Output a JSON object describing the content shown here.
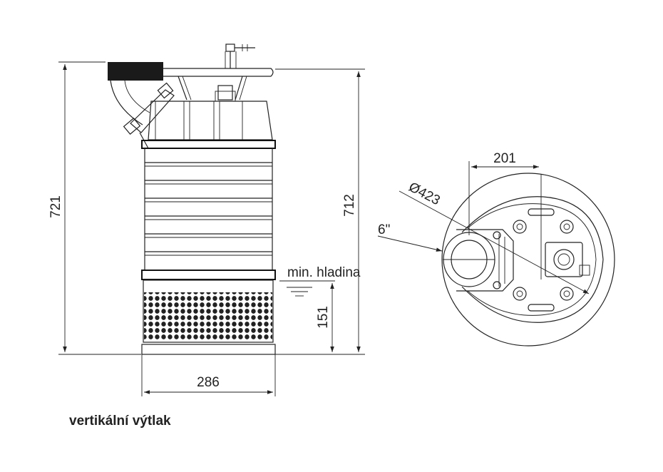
{
  "labels": {
    "height_total": "721",
    "height_outlet": "712",
    "width_base": "286",
    "min_level_height": "151",
    "min_level_label": "min. hladina",
    "width_outlet_offset": "201",
    "diameter": "Ø423",
    "outlet_size": "6\""
  },
  "caption": "vertikální výtlak",
  "colors": {
    "line": "#222222",
    "background": "#ffffff"
  }
}
